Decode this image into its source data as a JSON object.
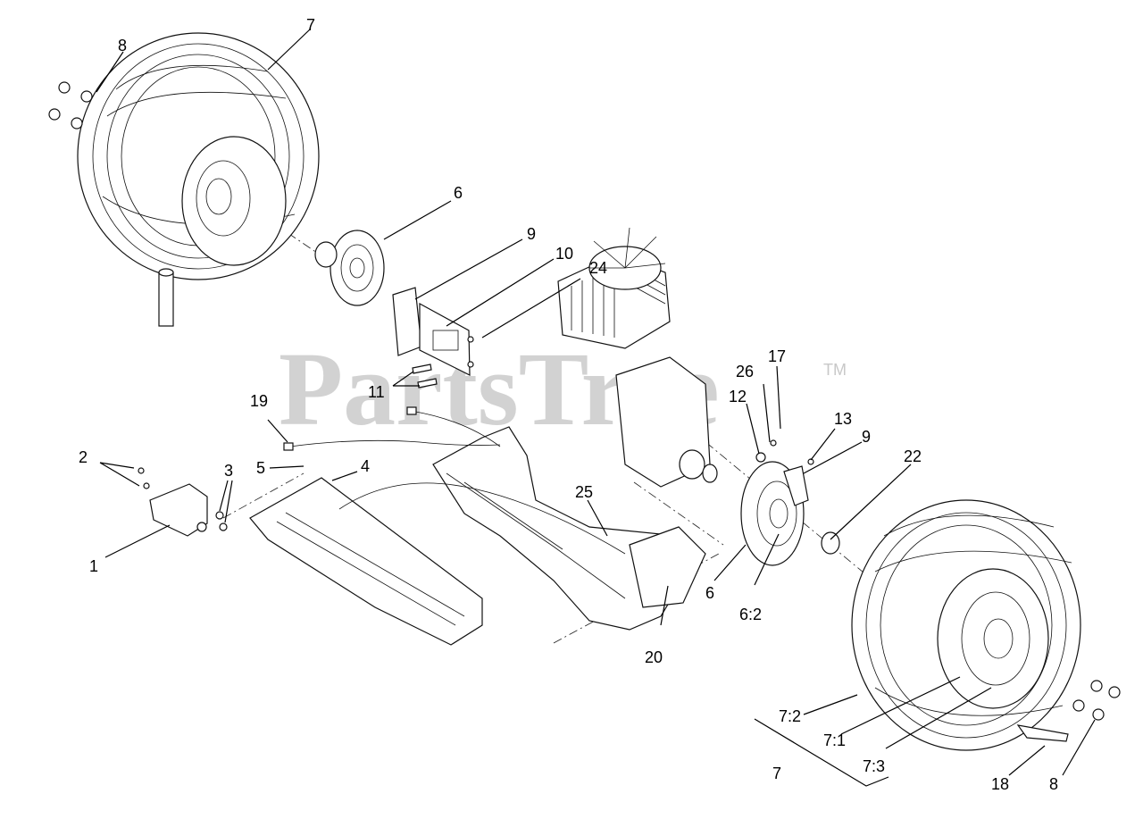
{
  "watermark": {
    "brand": "PartsTree",
    "trademark": "TM"
  },
  "callouts": {
    "c1": "1",
    "c2": "2",
    "c3": "3",
    "c4": "4",
    "c5": "5",
    "c6a": "6",
    "c6b": "6",
    "c62": "6:2",
    "c7a": "7",
    "c7b": "7",
    "c71": "7:1",
    "c72": "7:2",
    "c73": "7:3",
    "c8a": "8",
    "c8b": "8",
    "c9a": "9",
    "c9b": "9",
    "c10": "10",
    "c11": "11",
    "c12": "12",
    "c13": "13",
    "c17": "17",
    "c18": "18",
    "c19": "19",
    "c20": "20",
    "c22": "22",
    "c24": "24",
    "c25": "25",
    "c26": "26"
  }
}
